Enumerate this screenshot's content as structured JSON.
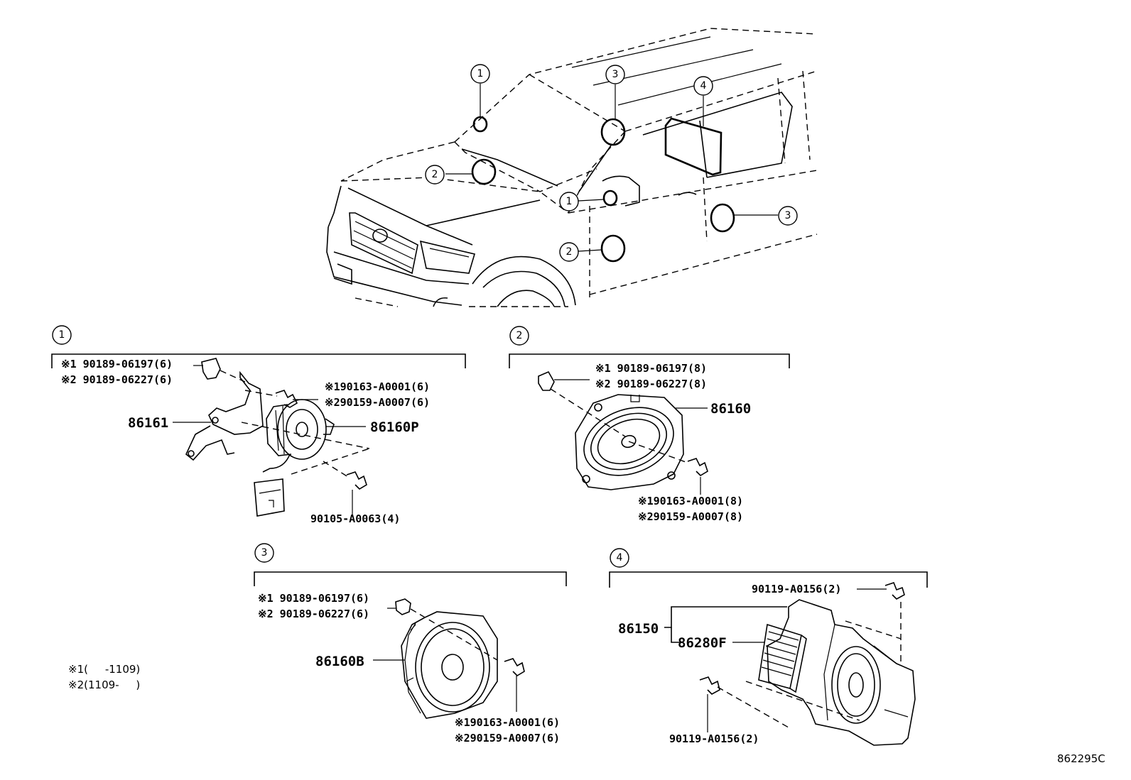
{
  "callouts_vehicle": [
    "1",
    "3",
    "4",
    "2",
    "1",
    "2",
    "3"
  ],
  "sections": {
    "s1": {
      "number": "1",
      "parts": {
        "clip_a": "90189-06197(6)",
        "clip_b": "90189-06227(6)",
        "screw_a": "90163-A0001(6)",
        "screw_b": "90159-A0007(6)",
        "bracket": "86161",
        "speaker": "86160P",
        "bolt": "90105-A0063(4)"
      }
    },
    "s2": {
      "number": "2",
      "parts": {
        "clip_a": "90189-06197(8)",
        "clip_b": "90189-06227(8)",
        "speaker": "86160",
        "screw_a": "90163-A0001(8)",
        "screw_b": "90159-A0007(8)"
      }
    },
    "s3": {
      "number": "3",
      "parts": {
        "clip_a": "90189-06197(6)",
        "clip_b": "90189-06227(6)",
        "speaker": "86160B",
        "screw_a": "90163-A0001(6)",
        "screw_b": "90159-A0007(6)"
      }
    },
    "s4": {
      "number": "4",
      "parts": {
        "bolt_top": "90119-A0156(2)",
        "assembly": "86150",
        "amplifier": "86280F",
        "bolt_bottom": "90119-A0156(2)"
      }
    }
  },
  "notes": {
    "mark1": "※1",
    "mark2": "※2",
    "note1_text": "(     -1109)",
    "note2_text": "(1109-     )"
  },
  "diagram_code": "862295C"
}
